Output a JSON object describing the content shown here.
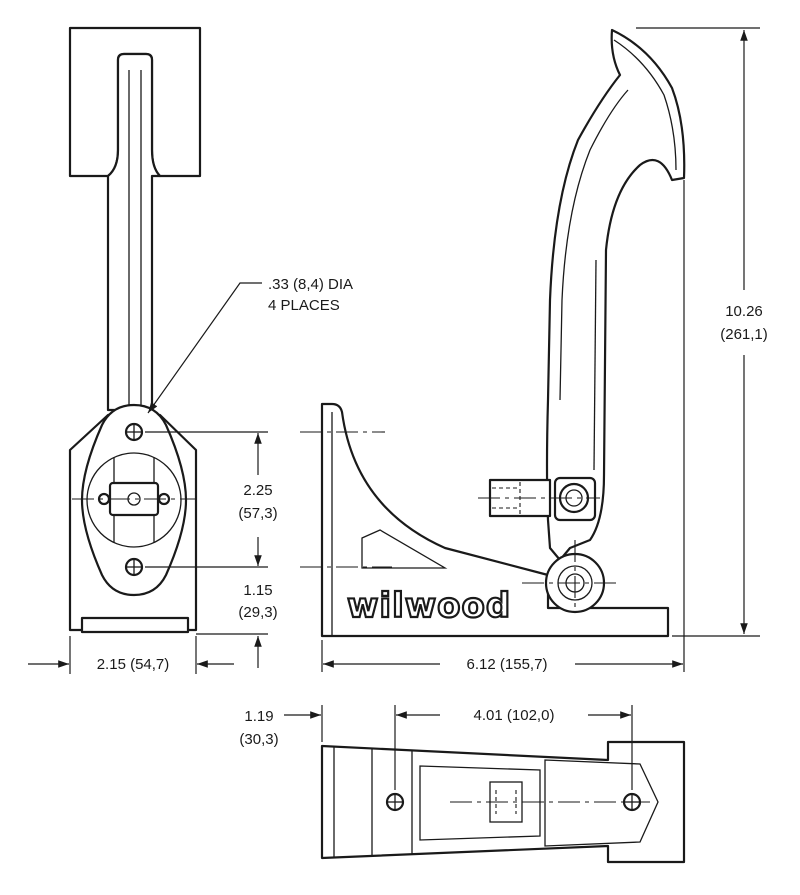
{
  "brand": {
    "logo_text": "wilwood"
  },
  "annotations": {
    "hole_note_line1": ".33 (8,4) DIA",
    "hole_note_line2": "4 PLACES"
  },
  "dimensions": {
    "hole_spacing_in": "2.25",
    "hole_spacing_mm": "(57,3)",
    "lower_offset_in": "1.15",
    "lower_offset_mm": "(29,3)",
    "base_width": "2.15 (54,7)",
    "base_length": "6.12 (155,7)",
    "overall_height_in": "10.26",
    "overall_height_mm": "(261,1)",
    "top_view_depth_in": "1.19",
    "top_view_depth_mm": "(30,3)",
    "top_view_hole_spacing": "4.01 (102,0)"
  }
}
